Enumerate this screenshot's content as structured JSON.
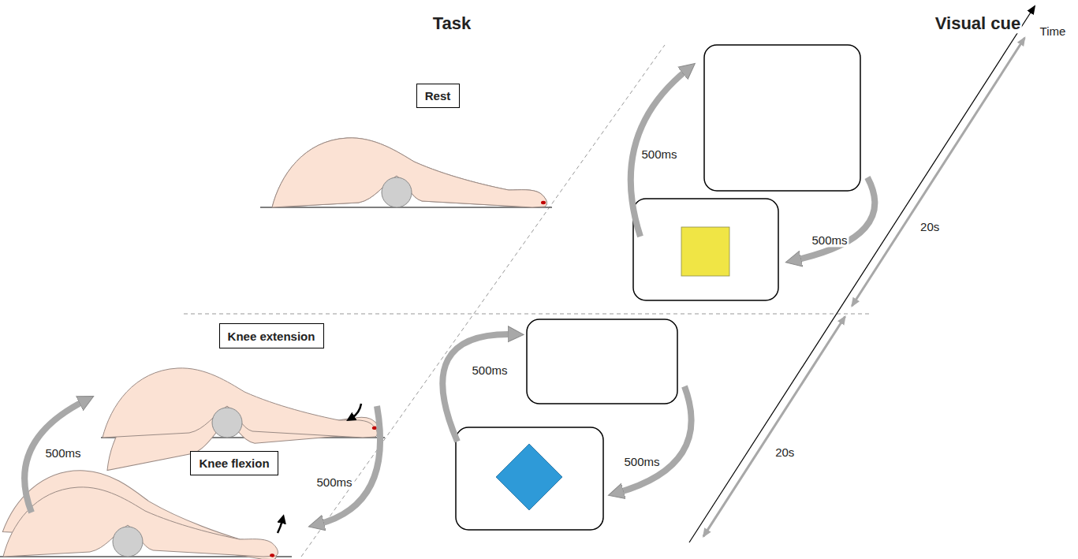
{
  "diagram": {
    "nodes": [
      {
        "text": [
          "Rest"
        ]
      },
      {
        "text": [
          "Knee extension"
        ]
      },
      {
        "text": [
          "Knee flexion"
        ]
      }
    ],
    "labels": [
      "Task",
      "Visual cue",
      "Time",
      "500ms",
      "500ms",
      "20s",
      "20s",
      "500ms",
      "500ms",
      "500ms",
      "500ms"
    ]
  }
}
